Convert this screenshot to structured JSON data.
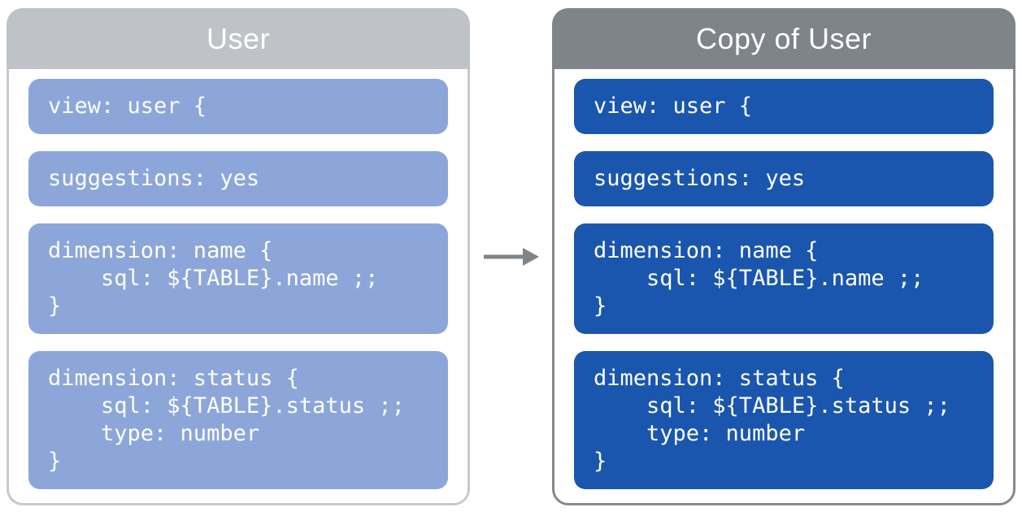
{
  "panels": [
    {
      "id": "user",
      "title": "User",
      "colors": {
        "header": "#bfc3c7",
        "border": "#c6c9cc",
        "block": "#8ca6d9",
        "text": "#ffffff"
      },
      "blocks": [
        {
          "lines": [
            "view: user {"
          ]
        },
        {
          "lines": [
            "suggestions: yes"
          ]
        },
        {
          "lines": [
            "dimension: name {",
            "    sql: ${TABLE}.name ;;",
            "}"
          ]
        },
        {
          "lines": [
            "dimension: status {",
            "    sql: ${TABLE}.status ;;",
            "    type: number",
            "}"
          ]
        }
      ]
    },
    {
      "id": "copy-of-user",
      "title": "Copy of User",
      "colors": {
        "header": "#7e848a",
        "border": "#84898f",
        "block": "#1a56ae",
        "text": "#ffffff"
      },
      "blocks": [
        {
          "lines": [
            "view: user {"
          ]
        },
        {
          "lines": [
            "suggestions: yes"
          ]
        },
        {
          "lines": [
            "dimension: name {",
            "    sql: ${TABLE}.name ;;",
            "}"
          ]
        },
        {
          "lines": [
            "dimension: status {",
            "    sql: ${TABLE}.status ;;",
            "    type: number",
            "}"
          ]
        }
      ]
    }
  ],
  "arrow": {
    "direction": "right",
    "color": "#7e8489"
  }
}
